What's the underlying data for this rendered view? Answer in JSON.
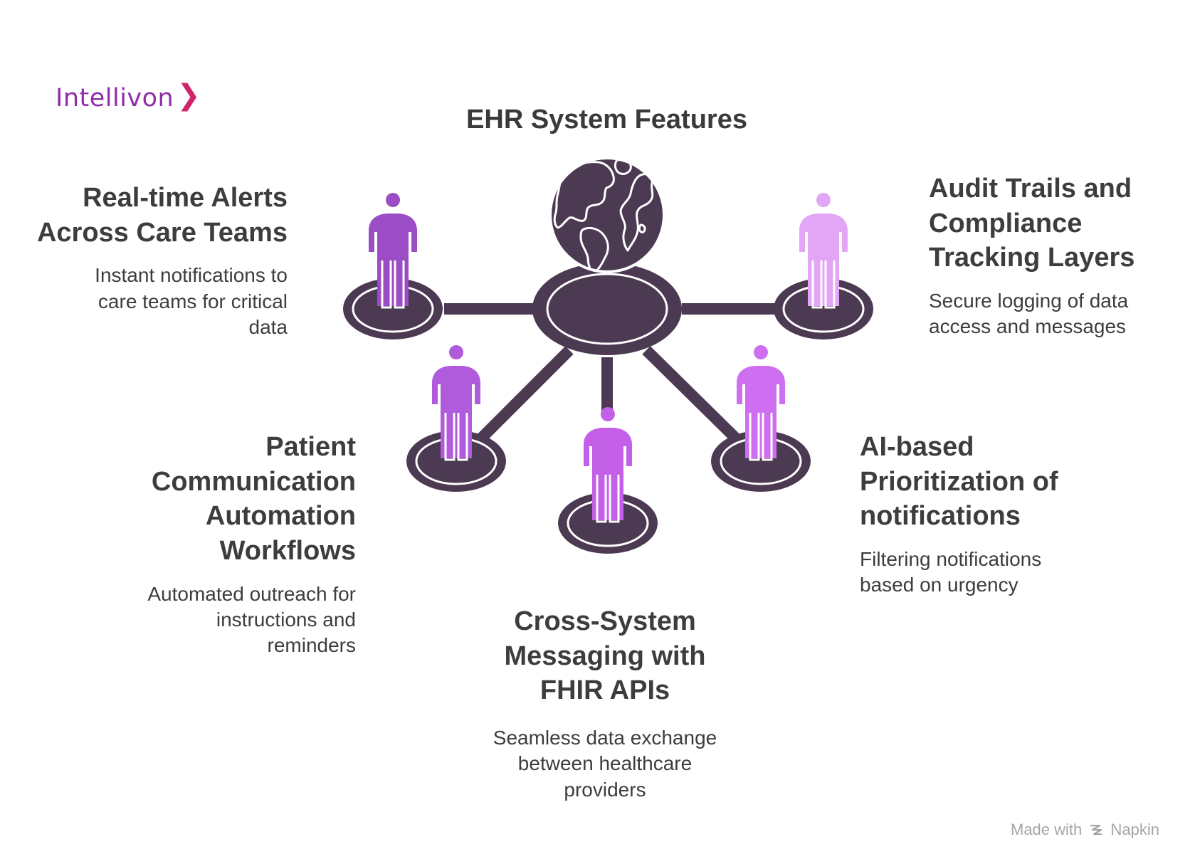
{
  "brand": {
    "name": "Intellivon",
    "name_color": "#8e2ea8",
    "chevron_color": "#d0246c",
    "chevron_icon": "chevron-right-icon"
  },
  "title": "EHR System Features",
  "hub": {
    "icon": "globe-icon",
    "color": "#4b3a52"
  },
  "features": [
    {
      "id": "realtime-alerts",
      "title_lines": [
        "Real-time Alerts",
        "Across Care Teams"
      ],
      "desc_lines": [
        "Instant notifications to",
        "care teams for critical",
        "data"
      ],
      "person_color": "#9a4dc4",
      "icon": "person-icon"
    },
    {
      "id": "audit-trails",
      "title_lines": [
        "Audit Trails and",
        "Compliance",
        "Tracking Layers"
      ],
      "desc_lines": [
        "Secure logging of data",
        "access and messages"
      ],
      "person_color": "#e3a6f6",
      "icon": "person-icon"
    },
    {
      "id": "patient-communication",
      "title_lines": [
        "Patient",
        "Communication",
        "Automation",
        "Workflows"
      ],
      "desc_lines": [
        "Automated outreach for",
        "instructions and",
        "reminders"
      ],
      "person_color": "#b05adc",
      "icon": "person-icon"
    },
    {
      "id": "ai-prioritization",
      "title_lines": [
        "AI-based",
        "Prioritization of",
        "notifications"
      ],
      "desc_lines": [
        "Filtering notifications",
        "based on urgency"
      ],
      "person_color": "#cd6ff0",
      "icon": "person-icon"
    },
    {
      "id": "cross-system",
      "title_lines": [
        "Cross-System",
        "Messaging with",
        "FHIR APIs"
      ],
      "desc_lines": [
        "Seamless data exchange",
        "between healthcare",
        "providers"
      ],
      "person_color": "#c45fe8",
      "icon": "person-icon"
    }
  ],
  "credit": {
    "prefix": "Made with",
    "name": "Napkin",
    "icon": "napkin-logo-icon",
    "color": "#a5a5a5"
  }
}
